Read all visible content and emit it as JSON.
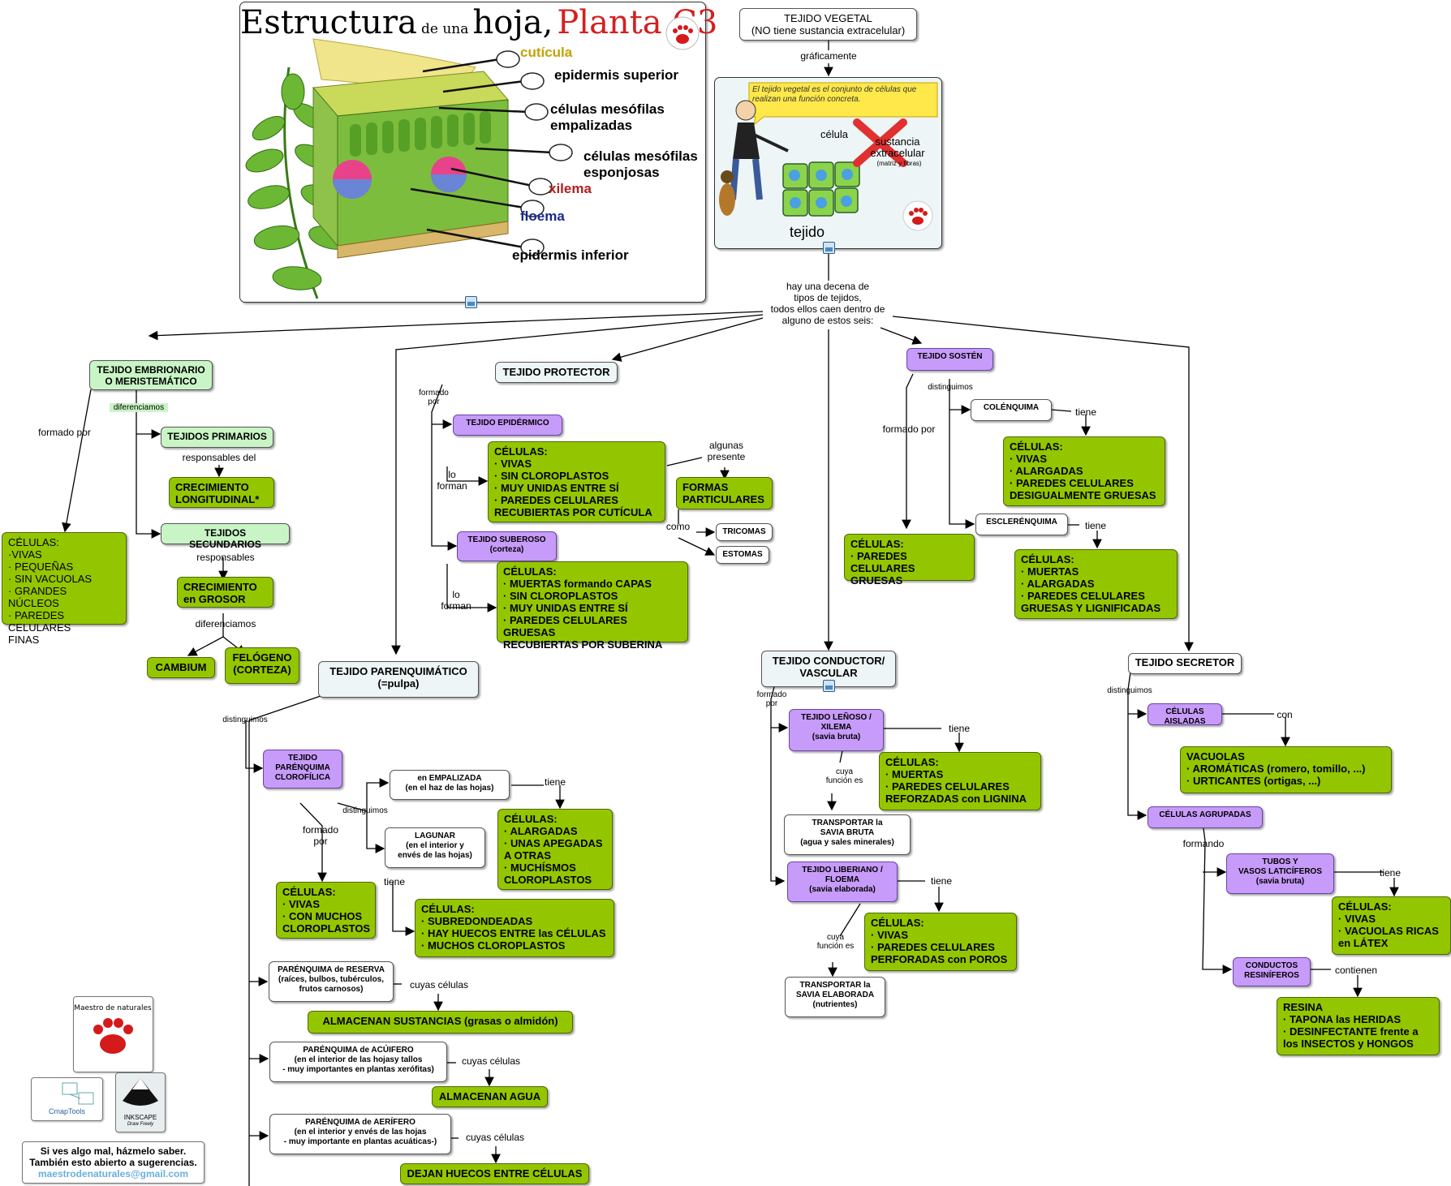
{
  "leaf_image": {
    "title_part1": "Estructura",
    "title_part2": "de una",
    "title_part3": "hoja,",
    "title_part4": "Planta C3",
    "labels": {
      "cuticula": "cutícula",
      "epidermis_superior": "epidermis superior",
      "mesofilas_empalizadas": "células mesófilas\nempalizadas",
      "mesofilas_esponjosas": "células mesófilas\nesponjosas",
      "xilema": "xilema",
      "floema": "floema",
      "epidermis_inferior": "epidermis inferior"
    },
    "colors": {
      "title_red": "#d42020",
      "cuticula": "#c8a000",
      "xilema": "#b02020",
      "floema": "#1a2a8a"
    }
  },
  "tissue_image": {
    "speech": "El tejido vegetal es el conjunto de células que realizan una función concreta.",
    "celula": "célula",
    "sustancia": "sustancia\nextracelular",
    "matriz": "(matriz y fibras)",
    "tejido": "tejido"
  },
  "top": {
    "vegetal": "TEJIDO VEGETAL\n(NO tiene sustancia extracelular)",
    "graficamente": "gráficamente",
    "decena": "hay una decena de\ntipos de tejidos,\ntodos ellos caen dentro de\nalguno de estos seis:"
  },
  "embrionario": {
    "title": "TEJIDO EMBRIONARIO\nO MERISTEMÁTICO",
    "formado_por": "formado por",
    "diferenciamos": "diferenciamos",
    "celulas": "CÉLULAS:\n·VIVAS\n· PEQUEÑAS\n· SIN VACUOLAS\n· GRANDES NÚCLEOS\n· PAREDES CELULARES\nFINAS",
    "primarios": "TEJIDOS PRIMARIOS",
    "responsables_del": "responsables del",
    "crec_long": "CRECIMIENTO\nLONGITUDINAL*",
    "secundarios": "TEJIDOS SECUNDARIOS",
    "responsables": "responsables",
    "crec_grosor": "CRECIMIENTO\nen GROSOR",
    "diferenciamos2": "diferenciamos",
    "cambium": "CAMBIUM",
    "felogeno": "FELÓGENO\n(CORTEZA)"
  },
  "protector": {
    "title": "TEJIDO PROTECTOR",
    "formado_por": "formado\npor",
    "epidermico": "TEJIDO EPIDÉRMICO",
    "lo_forman1": "lo\nforman",
    "cel_epid": "CÉLULAS:\n· VIVAS\n· SIN CLOROPLASTOS\n· MUY UNIDAS ENTRE SÍ\n· PAREDES CELULARES\nRECUBIERTAS POR CUTÍCULA",
    "algunas": "algunas\npresente",
    "formas": "FORMAS\nPARTICULARES",
    "como": "como",
    "tricomas": "TRICOMAS",
    "estomas": "ESTOMAS",
    "suberoso": "TEJIDO SUBEROSO\n(corteza)",
    "lo_forman2": "lo\nforman",
    "cel_suber": "CÉLULAS:\n· MUERTAS formando CAPAS\n· SIN CLOROPLASTOS\n· MUY UNIDAS ENTRE SÍ\n· PAREDES CELULARES GRUESAS\nRECUBIERTAS POR SUBERINA"
  },
  "parenquimatico": {
    "title": "TEJIDO PARENQUIMÁTICO\n(=pulpa)",
    "distinguimos": "distinguimos",
    "clorofilica": "TEJIDO\nPARÉNQUIMA\nCLOROFÍLICA",
    "distinguimos2": "distinguimos",
    "formado_por": "formado\npor",
    "cel_cloro": "CÉLULAS:\n· VIVAS\n· CON MUCHOS\nCLOROPLASTOS",
    "empalizada": "en EMPALIZADA\n(en el haz de las hojas)",
    "tiene1": "tiene",
    "cel_empal": "CÉLULAS:\n· ALARGADAS\n· UNAS APEGADAS\nA OTRAS\n· MUCHÍSMOS\nCLOROPLASTOS",
    "lagunar": "LAGUNAR\n(en el interior y\nenvés de las hojas)",
    "tiene2": "tiene",
    "cel_lagunar": "CÉLULAS:\n· SUBREDONDEADAS\n· HAY HUECOS ENTRE las CÉLULAS\n· MUCHOS CLOROPLASTOS",
    "reserva": "PARÉNQUIMA de RESERVA\n(raíces, bulbos, tubérculos,\nfrutos carnosos)",
    "cuyas1": "cuyas células",
    "almacenan_sust": "ALMACENAN SUSTANCIAS (grasas o almidón)",
    "acuifero": "PARÉNQUIMA de ACÚIFERO\n(en el interior de las hojasy tallos\n- muy importantes en plantas xerófitas)",
    "cuyas2": "cuyas células",
    "almacenan_agua": "ALMACENAN AGUA",
    "aerifero": "PARÉNQUIMA de AERÍFERO\n(en el interior y envés de las hojas\n- muy importante en plantas acuáticas-)",
    "cuyas3": "cuyas células",
    "huecos": "DEJAN HUECOS ENTRE CÉLULAS"
  },
  "conductor": {
    "title": "TEJIDO CONDUCTOR/\nVASCULAR",
    "formado_por": "formado\npor",
    "lenoso": "TEJIDO LEÑOSO /\nXILEMA\n(savia bruta)",
    "tiene1": "tiene",
    "cel_xilema": "CÉLULAS:\n· MUERTAS\n· PAREDES CELULARES\nREFORZADAS con LIGNINA",
    "funcion1": "cuya\nfunción es",
    "savia_bruta": "TRANSPORTAR la\nSAVIA BRUTA\n(agua y sales minerales)",
    "liberiano": "TEJIDO LIBERIANO /\nFLOEMA\n(savia elaborada)",
    "tiene2": "tiene",
    "cel_floema": "CÉLULAS:\n· VIVAS\n· PAREDES CELULARES\nPERFORADAS con POROS",
    "funcion2": "cuya\nfunción es",
    "savia_elab": "TRANSPORTAR la\nSAVIA ELABORADA\n(nutrientes)"
  },
  "sosten": {
    "title": "TEJIDO SOSTÉN",
    "distinguimos": "distinguimos",
    "formado_por": "formado por",
    "cel_gruesas": "CÉLULAS:\n· PAREDES\nCELULARES GRUESAS",
    "colenquima": "COLÉNQUIMA",
    "tiene1": "tiene",
    "cel_colen": "CÉLULAS:\n· VIVAS\n· ALARGADAS\n· PAREDES CELULARES\nDESIGUALMENTE GRUESAS",
    "esclerenquima": "ESCLERÉNQUIMA",
    "tiene2": "tiene",
    "cel_escle": "CÉLULAS:\n· MUERTAS\n· ALARGADAS\n· PAREDES CELULARES\nGRUESAS Y LIGNIFICADAS"
  },
  "secretor": {
    "title": "TEJIDO SECRETOR",
    "distinguimos": "distinguimos",
    "aisladas": "CÉLULAS AISLADAS",
    "con": "con",
    "vacuolas": "VACUOLAS\n· AROMÁTICAS (romero, tomillo, ...)\n· URTICANTES (ortigas, ...)",
    "agrupadas": "CÉLULAS AGRUPADAS",
    "formando": "formando",
    "tubos": "TUBOS Y\nVASOS LATICÍFEROS\n(savia bruta)",
    "tiene": "tiene",
    "cel_latex": "CÉLULAS:\n· VIVAS\n· VACUOLAS RICAS\nen LÁTEX",
    "conductos": "CONDUCTOS\nRESINÍFEROS",
    "contienen": "contienen",
    "resina": "RESINA\n· TAPONA las HERIDAS\n· DESINFECTANTE frente a\nlos INSECTOS y HONGOS"
  },
  "footer": {
    "line1": "Si ves algo mal, házmelo saber.",
    "line2": "También esto abierto a sugerencias.",
    "email": "maestrodenaturales@gmail.com",
    "maestro_logo": "Maestro de naturales",
    "cmap_logo": "CmapTools",
    "inkscape_logo": "INKSCAPE",
    "inkscape_tag": "Draw Freely"
  }
}
